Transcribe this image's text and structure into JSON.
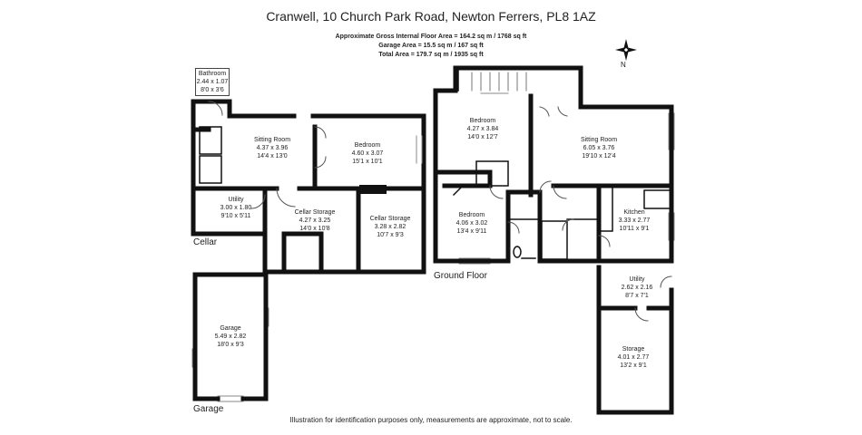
{
  "title": "Cranwell, 10 Church Park Road, Newton Ferrers, PL8 1AZ",
  "areas": {
    "gross": "Approximate Gross Internal Floor Area  = 164.2 sq m / 1768 sq ft",
    "garage": "Garage Area = 15.5 sq m / 167 sq ft",
    "total": "Total Area = 179.7 sq m / 1935 sq ft"
  },
  "compass": {
    "north_label": "N"
  },
  "floors": {
    "cellar": "Cellar",
    "ground": "Ground Floor",
    "garage": "Garage"
  },
  "rooms": {
    "bathroom": {
      "name": "Bathroom",
      "metric": "2.44 x 1.07",
      "imperial": "8'0 x 3'6"
    },
    "cellar_sitting": {
      "name": "Sitting Room",
      "metric": "4.37 x 3.96",
      "imperial": "14'4 x 13'0"
    },
    "cellar_bedroom": {
      "name": "Bedroom",
      "metric": "4.60 x 3.07",
      "imperial": "15'1 x 10'1"
    },
    "cellar_utility": {
      "name": "Utility",
      "metric": "3.00 x 1.80",
      "imperial": "9'10 x 5'11"
    },
    "cellar_storage_1": {
      "name": "Cellar Storage",
      "metric": "4.27 x 3.25",
      "imperial": "14'0 x 10'8"
    },
    "cellar_storage_2": {
      "name": "Cellar Storage",
      "metric": "3.28 x 2.82",
      "imperial": "10'7 x 9'3"
    },
    "garage": {
      "name": "Garage",
      "metric": "5.49 x 2.82",
      "imperial": "18'0 x 9'3"
    },
    "ground_bedroom_1": {
      "name": "Bedroom",
      "metric": "4.27 x 3.84",
      "imperial": "14'0 x 12'7"
    },
    "ground_sitting": {
      "name": "Sitting Room",
      "metric": "6.05 x 3.76",
      "imperial": "19'10 x 12'4"
    },
    "ground_bedroom_2": {
      "name": "Bedroom",
      "metric": "4.06 x 3.02",
      "imperial": "13'4 x 9'11"
    },
    "kitchen": {
      "name": "Kitchen",
      "metric": "3.33 x 2.77",
      "imperial": "10'11 x 9'1"
    },
    "ground_utility": {
      "name": "Utility",
      "metric": "2.62 x 2.16",
      "imperial": "8'7 x 7'1"
    },
    "storage": {
      "name": "Storage",
      "metric": "4.01 x 2.77",
      "imperial": "13'2 x 9'1"
    }
  },
  "caption": "Illustration for identification purposes only, measurements are approximate, not to scale."
}
